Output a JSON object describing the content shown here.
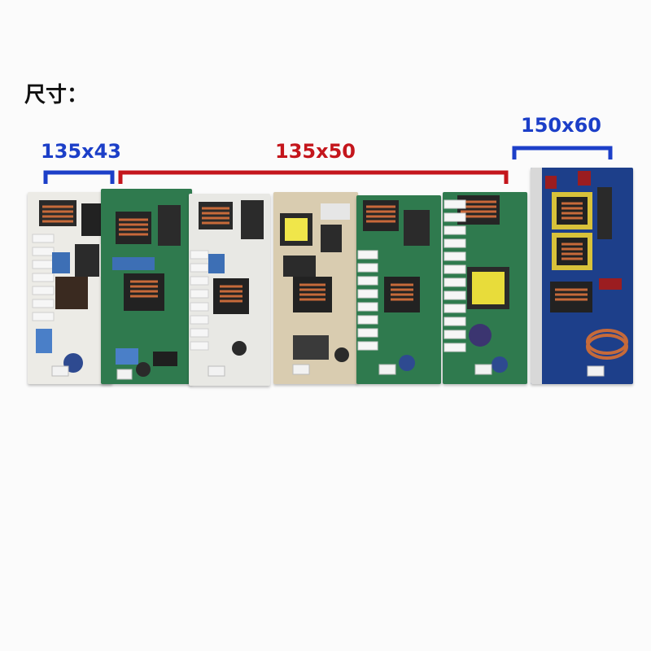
{
  "title": "尺寸：",
  "sizes": [
    {
      "label": "135x43",
      "color": "#1c3fc8"
    },
    {
      "label": "135x50",
      "color": "#c4161c"
    },
    {
      "label": "150x60",
      "color": "#1c3fc8"
    }
  ],
  "boards": [
    {
      "pcb": "white"
    },
    {
      "pcb": "green"
    },
    {
      "pcb": "white"
    },
    {
      "pcb": "beige"
    },
    {
      "pcb": "green"
    },
    {
      "pcb": "green"
    },
    {
      "pcb": "blue"
    }
  ]
}
